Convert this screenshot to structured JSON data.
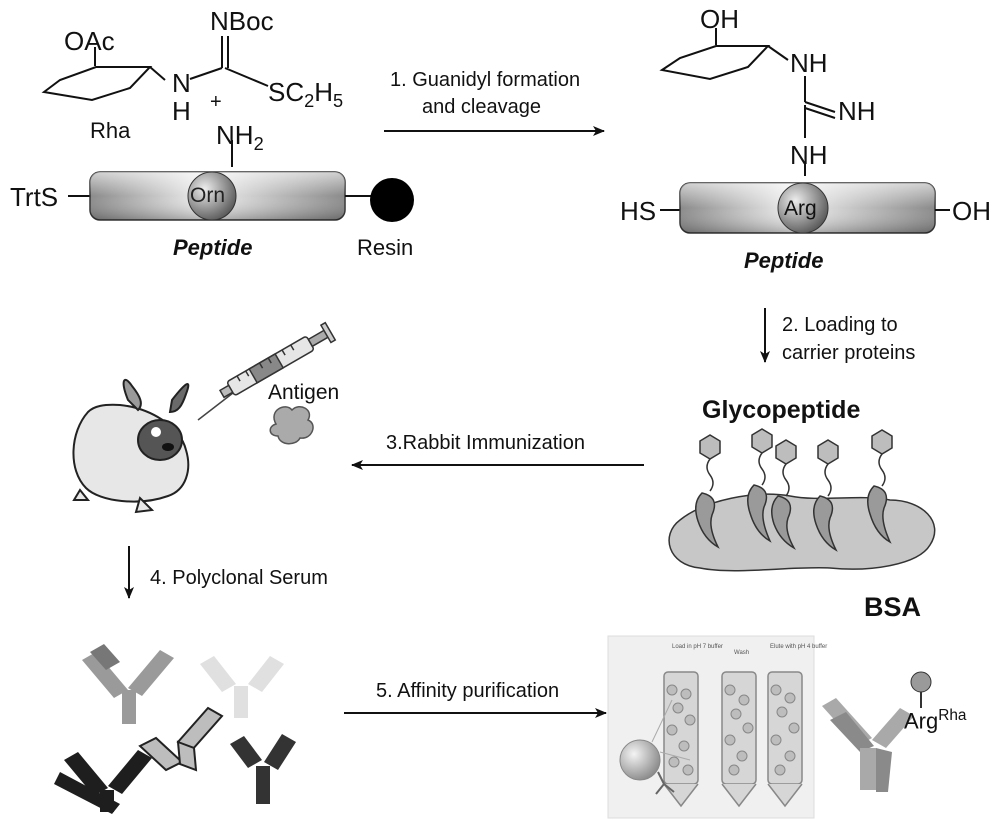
{
  "top_left": {
    "oac": "OAc",
    "nboc": "NBoc",
    "n": "N",
    "h": "H",
    "plus": "+",
    "sc2h5_s": "SC",
    "sc2h5_sub": "2",
    "sc2h5_h": "H",
    "sc2h5_sub2": "5",
    "rha": "Rha",
    "nh2_n": "NH",
    "nh2_sub": "2",
    "trts": "TrtS",
    "residue": "Orn",
    "peptide": "Peptide",
    "resin": "Resin"
  },
  "top_right": {
    "oh_top": "OH",
    "nh1": "NH",
    "nh2": "NH",
    "nh3": "NH",
    "hs": "HS",
    "oh_right": "OH",
    "residue": "Arg",
    "peptide": "Peptide"
  },
  "steps": {
    "s1_line1": "1. Guanidyl formation",
    "s1_line2": "and cleavage",
    "s2_line1": "2. Loading to",
    "s2_line2": "carrier proteins",
    "s3": "3.Rabbit Immunization",
    "s4": "4. Polyclonal Serum",
    "s5": "5. Affinity purification"
  },
  "labels": {
    "antigen": "Antigen",
    "glycopeptide": "Glycopeptide",
    "bsa": "BSA",
    "arg": "Arg",
    "rha_sup": "Rha",
    "col1": "Load in pH 7 buffer",
    "col2": "Wash",
    "col3": "Elute with pH 4 buffer"
  },
  "colors": {
    "peptide_gradient_dark": "#8a8a8a",
    "peptide_gradient_light": "#f0f0f0",
    "bsa_gray": "#c7c7c7",
    "antibody_dark": "#1e1e1e",
    "antibody_light": "#dcdcdc"
  }
}
